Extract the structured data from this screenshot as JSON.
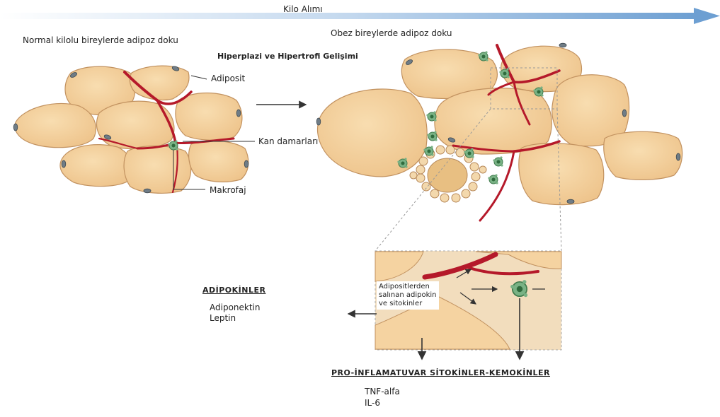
{
  "header": {
    "weight_gain": "Kilo Alımı"
  },
  "normal": {
    "title": "Normal kilolu bireylerde adipoz doku"
  },
  "obese": {
    "title": "Obez bireylerde adipoz doku",
    "subtitle": "Hiperplazi ve Hipertrofi Gelişimi"
  },
  "callouts": {
    "adipocyte": "Adiposit",
    "vessels": "Kan damarları",
    "macrophage": "Makrofaj"
  },
  "inset": {
    "label_line1": "Adipositlerden",
    "label_line2": "salınan adipokin",
    "label_line3": "ve sitokinler"
  },
  "adipokines": {
    "title": "ADİPOKİNLER",
    "item1": "Adiponektin",
    "item2": "Leptin"
  },
  "cytokines": {
    "title": "PRO-İNFLAMATUVAR SİTOKİNLER-KEMOKİNLER",
    "item1": "TNF-alfa",
    "item2": "IL-6"
  },
  "colors": {
    "cell_fill": "#f5d3a1",
    "cell_stroke": "#c29260",
    "vessel": "#b5192a",
    "macrophage": "#6fa77a",
    "arrow_blue": "#6d9fd2"
  }
}
